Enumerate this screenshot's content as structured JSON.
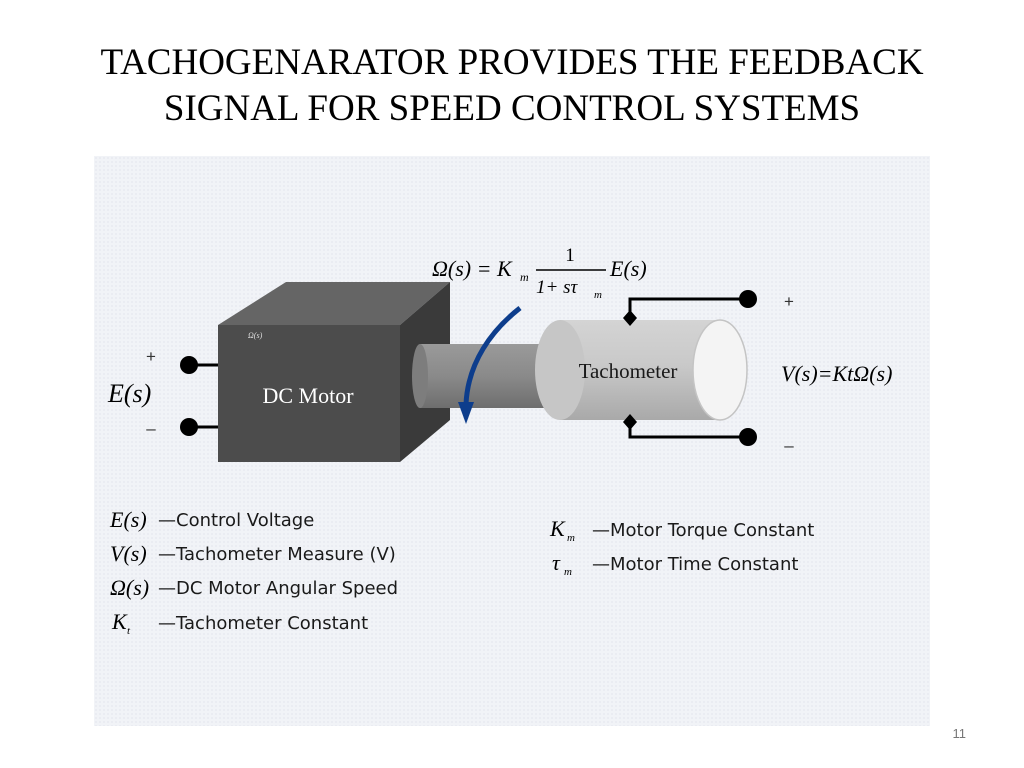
{
  "title": {
    "line1": "TACHOGENARATOR PROVIDES THE FEEDBACK",
    "line2": "SIGNAL FOR SPEED CONTROL SYSTEMS"
  },
  "diagram": {
    "motor_label": "DC Motor",
    "motor_small_label": "Ω(s)",
    "tachometer_label": "Tachometer",
    "input_plus": "+",
    "input_minus": "–",
    "output_plus": "+",
    "output_minus": "–",
    "input_signal": "E(s)",
    "output_equation": "V(s)=KtΩ(s)",
    "transfer_lhs": "Ω(s) = K",
    "transfer_km_sub": "m",
    "transfer_num": "1",
    "transfer_den": "1+ sτ",
    "transfer_den_sub": "m",
    "transfer_rhs": "E(s)"
  },
  "legend_left": [
    {
      "symbol": "E(s)",
      "desc": "—Control Voltage"
    },
    {
      "symbol": "V(s)",
      "desc": "—Tachometer Measure (V)"
    },
    {
      "symbol": "Ω(s)",
      "desc": "—DC Motor Angular Speed"
    },
    {
      "symbol": "K",
      "sub": "t",
      "desc": "—Tachometer Constant"
    }
  ],
  "legend_right": [
    {
      "symbol": "K",
      "sub": "m",
      "desc": "—Motor Torque Constant"
    },
    {
      "symbol": "τ",
      "sub": "m",
      "desc": "—Motor Time Constant"
    }
  ],
  "page_number": "11",
  "colors": {
    "motor_front": "#4a4a4a",
    "motor_top": "#646464",
    "motor_side": "#383838",
    "shaft": "#8e8e8e",
    "tachometer": "#c8c8c8",
    "arrow": "#0d3d8c",
    "panel_bg": "#f1f3f7"
  }
}
